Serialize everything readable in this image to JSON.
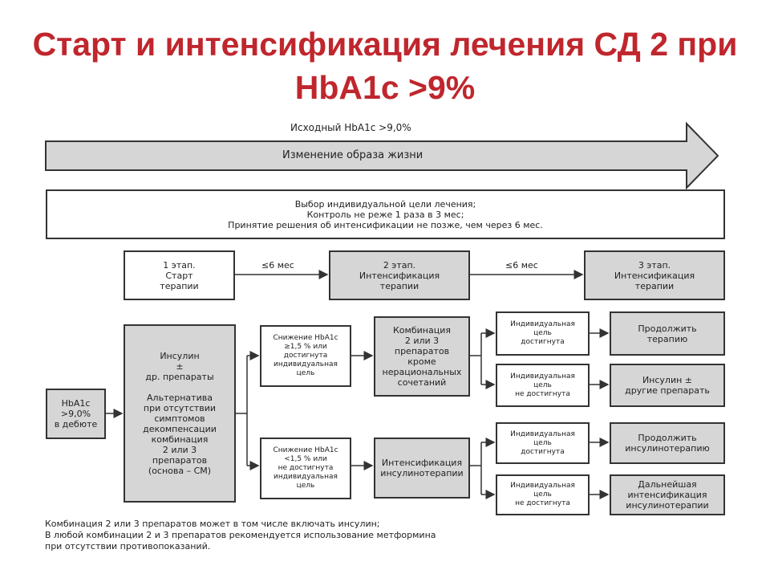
{
  "title": "Старт и интенсификация лечения СД 2 при HbA1c >9%",
  "baseline_label": "Исходный HbA1c >9,0%",
  "lifestyle": "Изменение образа жизни",
  "goals": "Выбор индивидуальной цели лечения;\nКонтроль не реже 1 раза в 3 мес;\nПринятие решения об интенсификации не позже, чем через 6 мес.",
  "stages": [
    "1 этап.\nСтарт\nтерапии",
    "2 этап.\nИнтенсификация\nтерапии",
    "3 этап.\nИнтенсификация\nтерапии"
  ],
  "interval_label": "≤6 мес",
  "onset_box": "HbA1c\n>9,0%\nв дебюте",
  "insulin_box": "Инсулин\n±\nдр. препараты\n\nАльтернатива\nпри отсутствии\nсимптомов\nдекомпенсации\nкомбинация\n2 или 3\nпрепаратов\n(основа – СМ)",
  "decrease_ok": "Снижение HbA1c\n≥1,5 % или\nдостигнута\nиндивидуальная\nцель",
  "decrease_fail": "Снижение HbA1c\n<1,5 % или\nне достигнута\nиндивидуальная\nцель",
  "combination_box": "Комбинация\n2 или 3\nпрепаратов\nкроме\nнерациональных\nсочетаний",
  "insulin_intens_box": "Интенсификация\nинсулинотерапии",
  "goal_reached": "Индивидуальная\nцель\nдостигнута",
  "goal_not_reached": "Индивидуальная\nцель\nне достигнута",
  "outcomes": [
    "Продолжить\nтерапию",
    "Инсулин ±\nдругие препарать",
    "Продолжить\nинсулинотерапию",
    "Дальнейшая\nинтенсификация\nинсулинотерапии"
  ],
  "footnote": "Комбинация 2 или 3 препаратов может в том числе включать инсулин;\nВ любой комбинации 2 и 3 препаратов рекомендуется использование метформина\nпри отсутствии противопоказаний."
}
